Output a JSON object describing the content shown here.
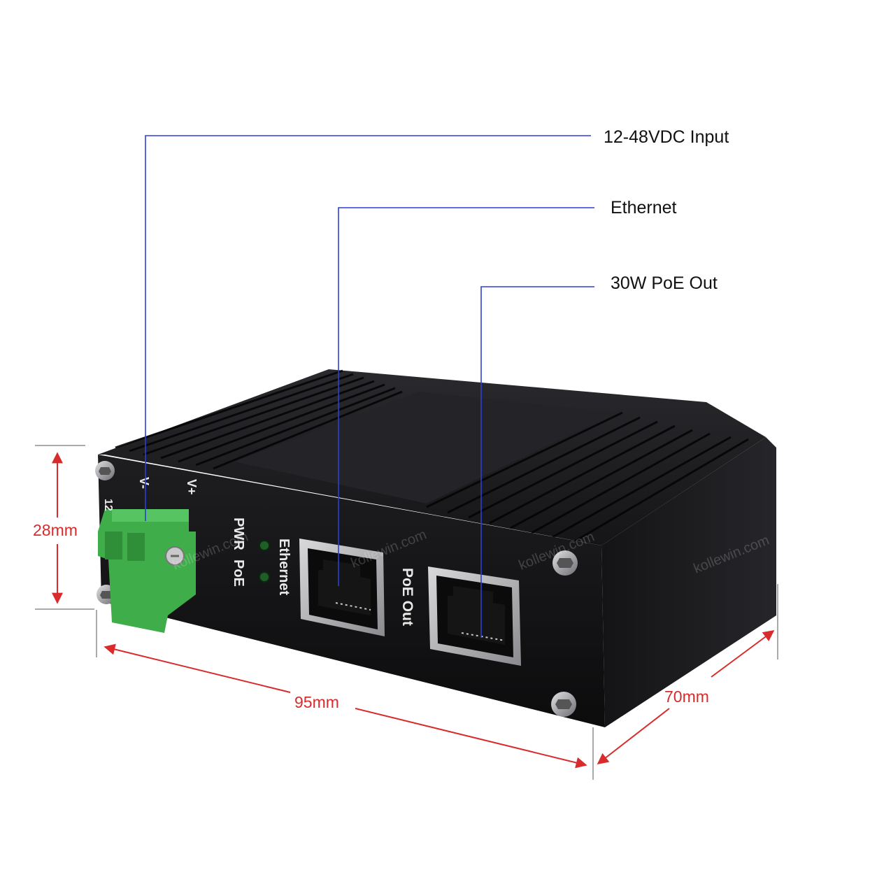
{
  "callouts": {
    "power_input": "12-48VDC Input",
    "ethernet": "Ethernet",
    "poe_out": "30W PoE Out"
  },
  "dimensions": {
    "height": "28mm",
    "width": "95mm",
    "depth": "70mm"
  },
  "device_labels": {
    "v_minus": "V-",
    "v_plus": "V+",
    "terminal_num": "12",
    "pwr": "PWR",
    "poe": "PoE",
    "ethernet": "Ethernet",
    "poe_out": "PoE Out"
  },
  "watermark": "kollewin.com",
  "colors": {
    "callout_line": "#2b3fd6",
    "dimension": "#d92b2b",
    "enclosure": "#1b1b1d",
    "terminal": "#3fae4a",
    "screw": "#a9a9ad"
  }
}
